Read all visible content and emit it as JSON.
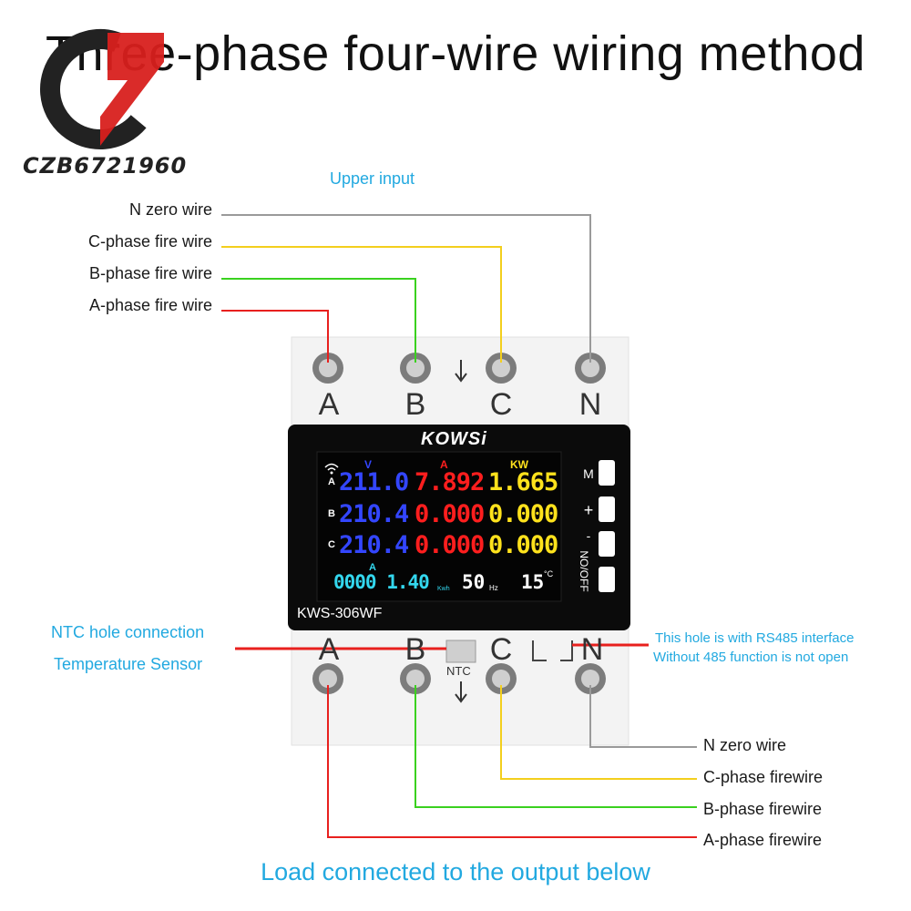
{
  "title": "Three-phase four-wire wiring method",
  "watermark": "CZB6721960",
  "upper_input": "Upper input",
  "top_wires": {
    "n": "N zero wire",
    "c": "C-phase fire wire",
    "b": "B-phase fire wire",
    "a": "A-phase fire wire"
  },
  "bottom_wires": {
    "n": "N zero wire",
    "c": "C-phase firewire",
    "b": "B-phase firewire",
    "a": "A-phase firewire"
  },
  "ntc": {
    "line1": "NTC hole connection",
    "line2": "Temperature Sensor",
    "hole_label": "NTC"
  },
  "rs485": {
    "line1": "This hole is with RS485 interface",
    "line2": "Without 485 function is not open"
  },
  "load_text": "Load connected to the output below",
  "terminals_top": [
    "A",
    "B",
    "C",
    "N"
  ],
  "terminals_bottom": [
    "A",
    "B",
    "C",
    "N"
  ],
  "device": {
    "brand": "KOWSi",
    "model": "KWS-306WF",
    "buttons": [
      "M",
      "+",
      "-",
      "NO/OFF"
    ],
    "screen": {
      "col_v": "V",
      "col_a": "A",
      "col_kw": "KW",
      "rows": [
        {
          "phase": "A",
          "v": "211.0",
          "a": "7.892",
          "kw": "1.665"
        },
        {
          "phase": "B",
          "v": "210.4",
          "a": "0.000",
          "kw": "0.000"
        },
        {
          "phase": "C",
          "v": "210.4",
          "a": "0.000",
          "kw": "0.000"
        }
      ],
      "bottom_label": "A",
      "energy": "0000 1.40",
      "energy_unit": "Kwh",
      "freq": "50",
      "freq_unit": "Hz",
      "temp": "15",
      "temp_unit": "°C"
    }
  },
  "colors": {
    "n_wire": "#9a9a9a",
    "c_wire": "#f3cf1d",
    "b_wire": "#3ad11f",
    "a_wire": "#e8201e",
    "accent_text": "#22a9e0",
    "screen_blue": "#3346ff",
    "screen_red": "#ff1e1e",
    "screen_yellow": "#ffe21c",
    "screen_cyan": "#33d7ee"
  }
}
